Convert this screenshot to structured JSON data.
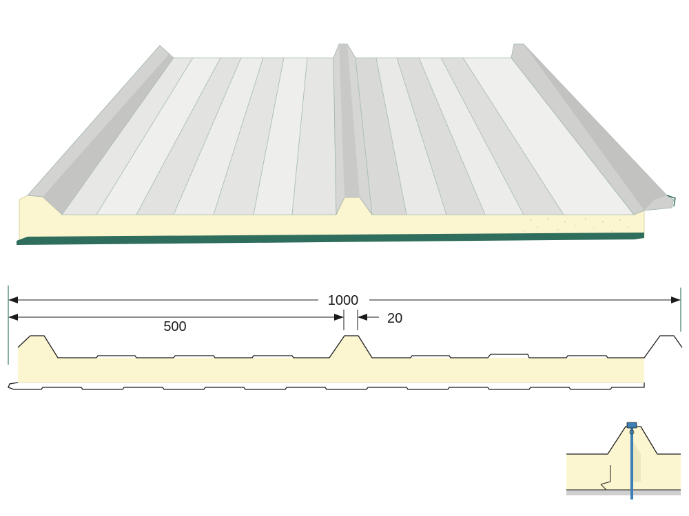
{
  "dimensions": {
    "total_width": "1000",
    "half_width": "500",
    "rib_top": "20"
  },
  "colors": {
    "foam": "#fbf6cf",
    "foam_speckle": "#e3ddb0",
    "metal_light": "#ebebea",
    "metal_mid": "#dcdcda",
    "metal_dark": "#c6c6c4",
    "edge": "#3a7a6a",
    "outline": "#1a1a1a",
    "liner": "#cfcfcf",
    "fastener": "#3d7fb5"
  }
}
